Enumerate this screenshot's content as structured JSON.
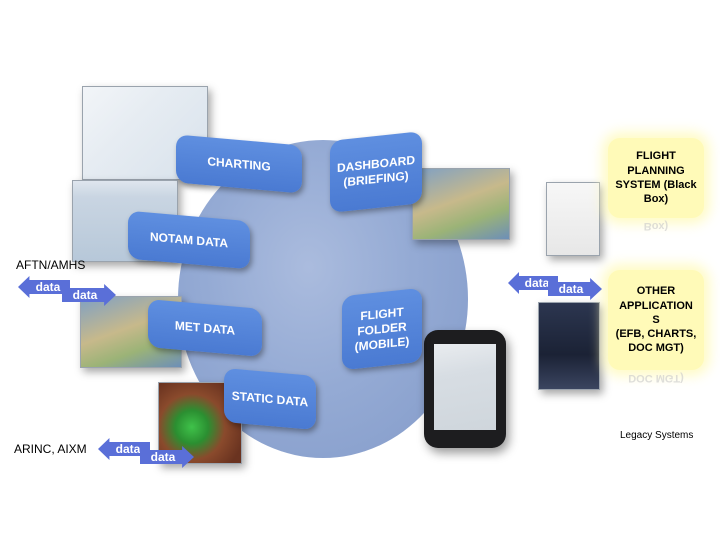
{
  "modules": {
    "charting": "CHARTING",
    "notam": "NOTAM DATA",
    "met": "MET DATA",
    "static": "STATIC DATA",
    "dashboard": "DASHBOARD\n(BRIEFING)",
    "flight_folder": "FLIGHT\nFOLDER\n(MOBILE)"
  },
  "external": {
    "flight_planning": "FLIGHT\nPLANNING\nSYSTEM (Black\nBox)",
    "flight_planning_reflection": "Box)",
    "other_apps": "OTHER\nAPPLICATION\nS\n(EFB, CHARTS,\nDOC MGT)",
    "other_apps_reflection": "DOC MGT)",
    "legacy_systems": "Legacy Systems"
  },
  "interfaces": {
    "aftn": "AFTN/AMHS",
    "arinc": "ARINC, AIXM"
  },
  "arrows": {
    "data_label": "data"
  },
  "colors": {
    "pill_blue": "#4a7ad2",
    "sphere_blue": "#8fa6d2",
    "note_yellow": "#fffab8",
    "arrow_blue": "#5a6fd8"
  }
}
